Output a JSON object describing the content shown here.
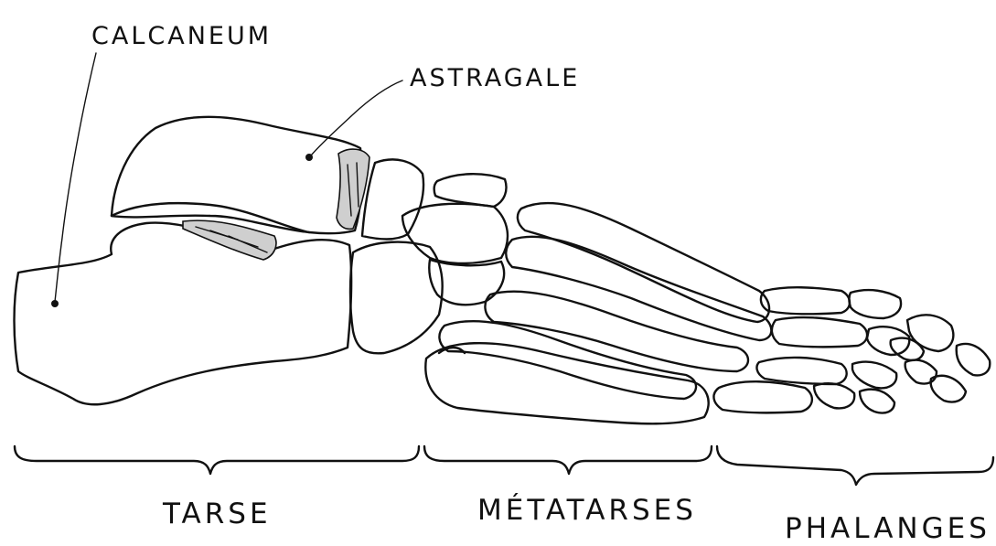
{
  "labels": {
    "calcaneum": "CALCANEUM",
    "astragale": "ASTRAGALE"
  },
  "groups": {
    "tarse": "TARSE",
    "metatarses": "MÉTATARSES",
    "phalanges": "PHALANGES"
  }
}
